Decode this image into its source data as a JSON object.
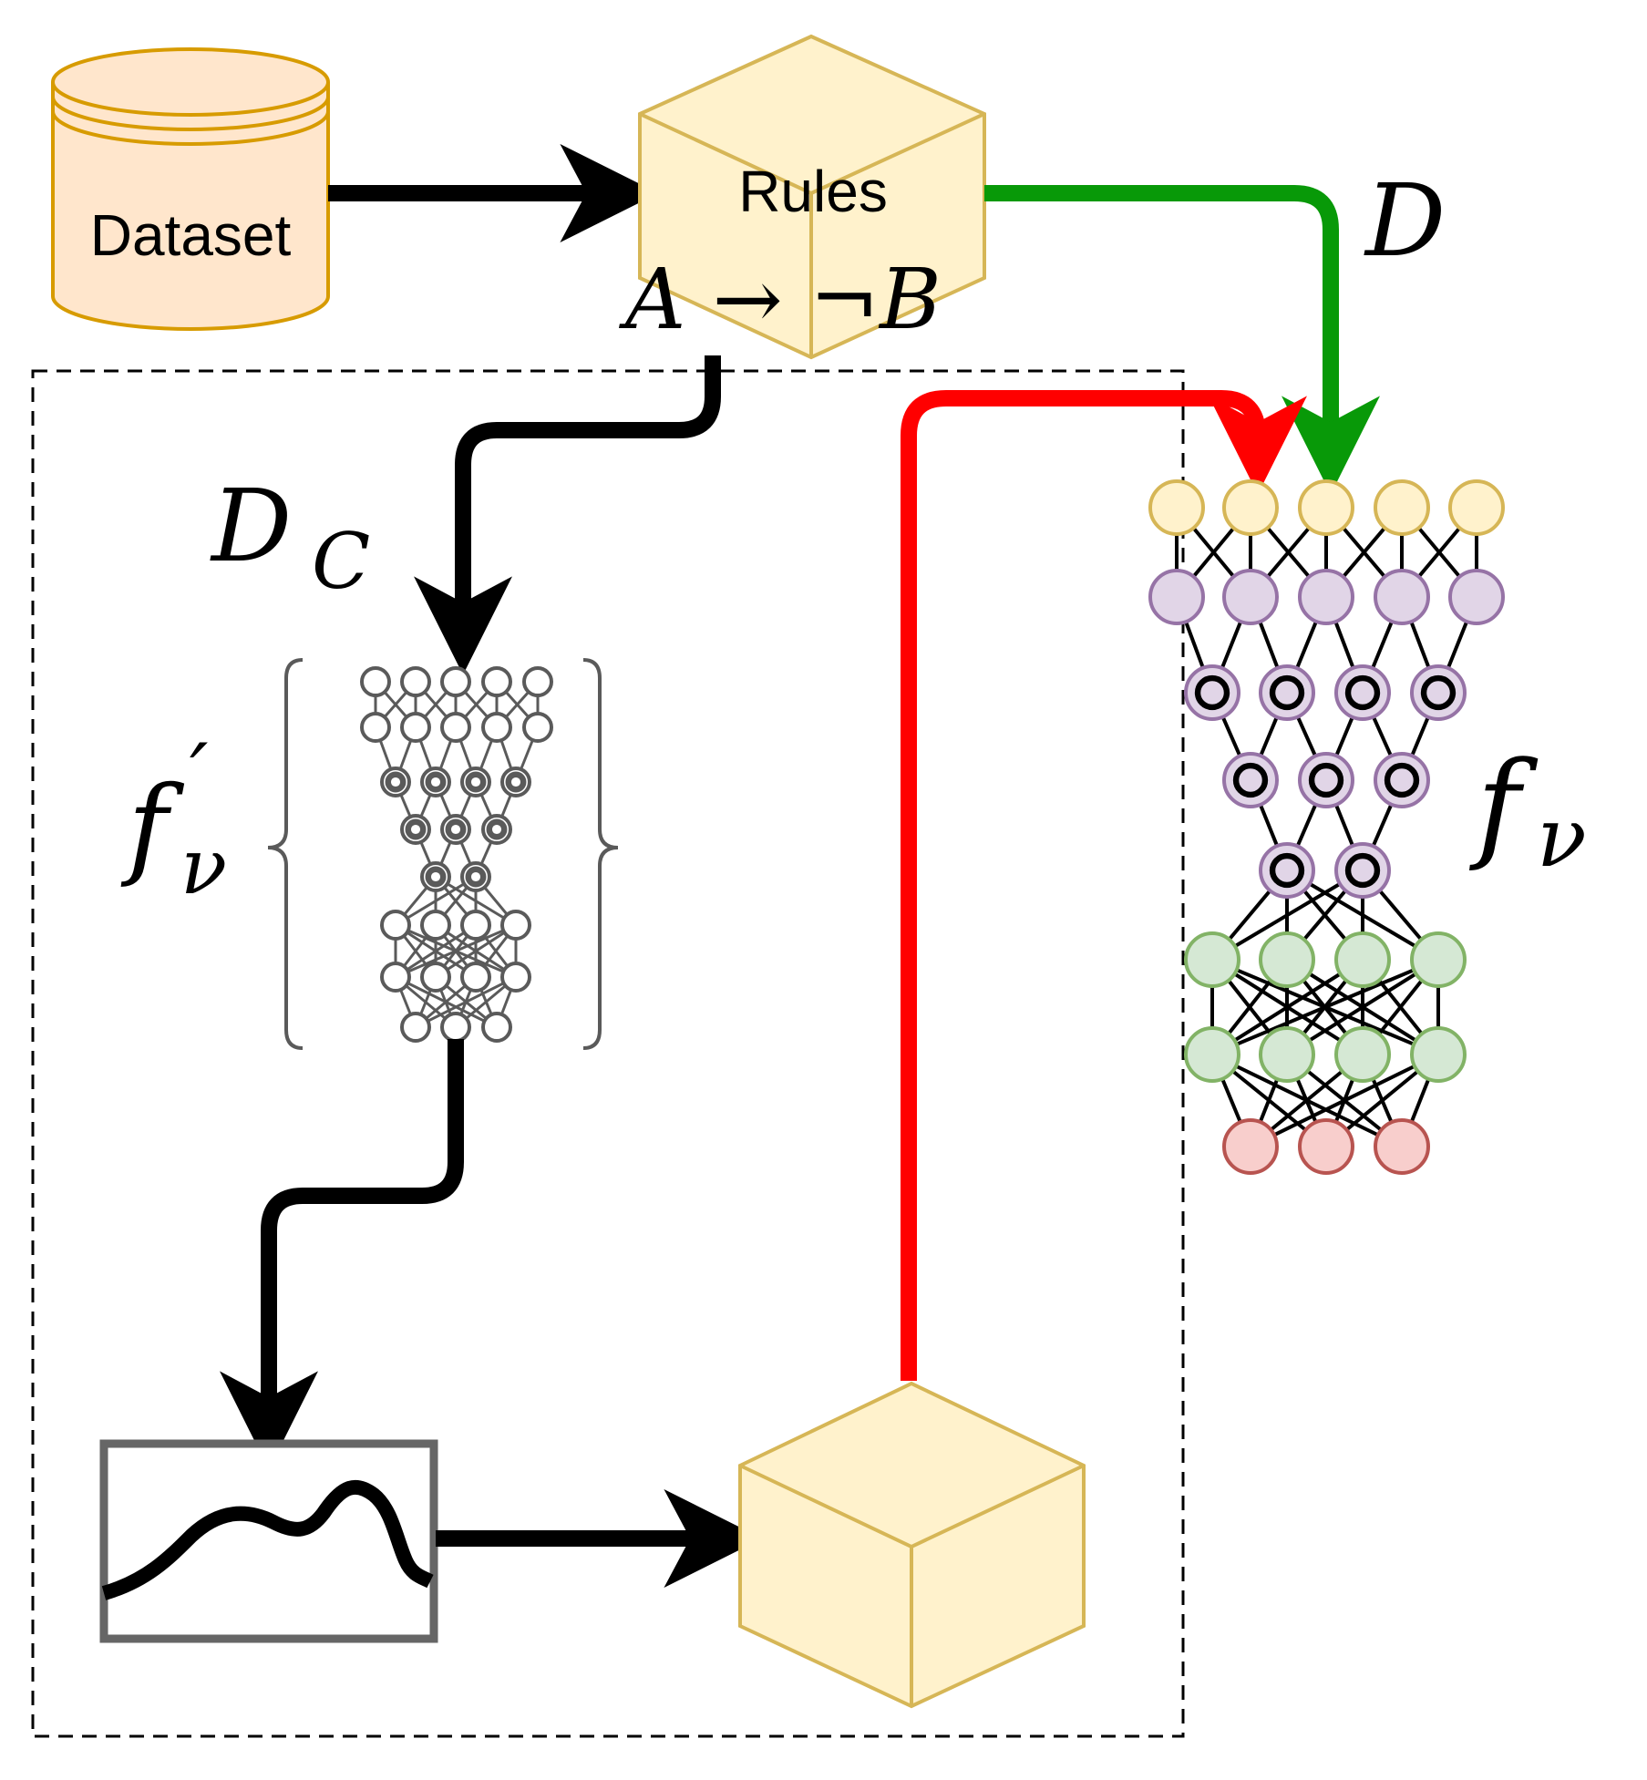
{
  "labels": {
    "dataset": "Dataset",
    "rules": "Rules",
    "rule_formula": "A → ¬B",
    "d": "D",
    "d_c_main": "D",
    "d_c_sub": "C",
    "f_prime_main": "f",
    "f_prime_mark": "′",
    "f_prime_sub": "ν",
    "f_main": "f",
    "f_sub": "ν"
  },
  "colors": {
    "dataset_fill": "#ffe6cc",
    "dataset_stroke": "#d79b00",
    "cube_fill": "#fff2cc",
    "cube_stroke": "#d6b656",
    "black_arrow": "#000000",
    "green_arrow": "#089908",
    "red_arrow": "#ff0000",
    "input_node_fill": "#fff2cc",
    "input_node_stroke": "#d6b656",
    "purple_node_fill": "#e1d5e7",
    "purple_node_stroke": "#9673a6",
    "green_node_fill": "#d5e8d4",
    "green_node_stroke": "#82b366",
    "red_node_fill": "#f8cecc",
    "red_node_stroke": "#b85450",
    "gray_stroke": "#5a5a5a",
    "dashed_box": "#000000"
  }
}
